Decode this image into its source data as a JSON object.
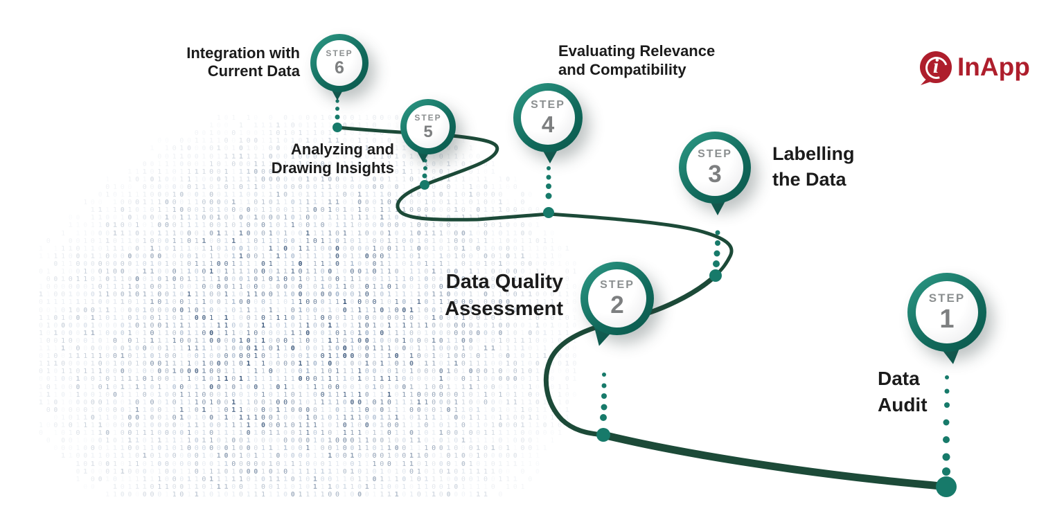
{
  "logo": {
    "brand": "InApp",
    "icon_letter": "i",
    "brand_color": "#AE1E2C"
  },
  "steps": [
    {
      "badge": "STEP",
      "number": "1",
      "title_lines": [
        "Data",
        "Audit"
      ]
    },
    {
      "badge": "STEP",
      "number": "2",
      "title_lines": [
        "Data Quality",
        "Assessment"
      ]
    },
    {
      "badge": "STEP",
      "number": "3",
      "title_lines": [
        "Labelling",
        "the Data"
      ]
    },
    {
      "badge": "STEP",
      "number": "4",
      "title_lines": [
        "Evaluating Relevance",
        "and Compatibility"
      ]
    },
    {
      "badge": "STEP",
      "number": "5",
      "title_lines": [
        "Analyzing and",
        "Drawing Insights"
      ]
    },
    {
      "badge": "STEP",
      "number": "6",
      "title_lines": [
        "Integration with",
        "Current Data"
      ]
    }
  ],
  "colors": {
    "path": "#1C4A38",
    "dot": "#177A6A",
    "ring1": "#2A9481",
    "ring2": "#11695B",
    "ring3": "#0A584C",
    "step_text": "#8B8F90",
    "number_text": "#7D7F80",
    "label_text": "#1B1B1B",
    "brand": "#AE1E2C",
    "binary_dark": "#2E4C72",
    "binary_light": "#9FB2C9",
    "background": "#FFFFFF"
  },
  "binary_field": {
    "digits": [
      "0",
      "1"
    ]
  }
}
